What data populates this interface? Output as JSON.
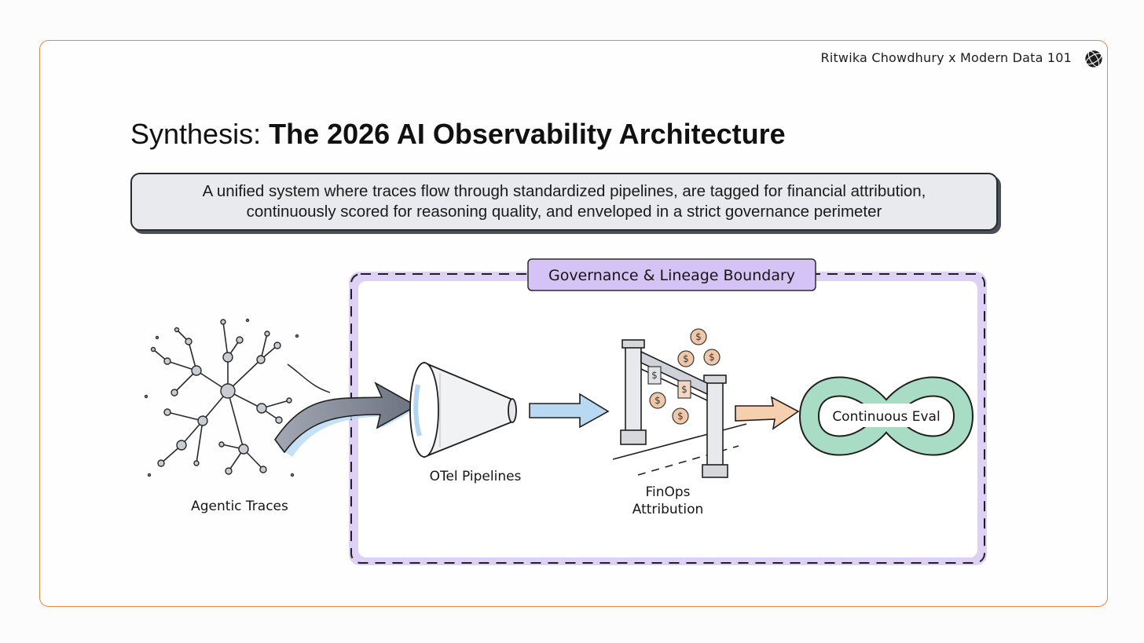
{
  "header": {
    "attribution": "Ritwika Chowdhury x Modern Data 101",
    "logo_icon": "globe-logo-icon"
  },
  "title": {
    "prefix": "Synthesis: ",
    "main": "The 2026 AI Observability Architecture"
  },
  "subtitle": {
    "line1": "A unified system where traces flow through standardized pipelines, are tagged for financial attribution,",
    "line2": "continuously scored for reasoning quality, and enveloped in a strict governance perimeter"
  },
  "diagram": {
    "boundary_label": "Governance & Lineage Boundary",
    "nodes": [
      {
        "label": "Agentic Traces",
        "icon": "network-graph-icon"
      },
      {
        "label": "OTel Pipelines",
        "icon": "funnel-icon"
      },
      {
        "label_line1": "FinOps",
        "label_line2": "Attribution",
        "icon": "toll-gate-icon"
      },
      {
        "label": "Continuous Eval",
        "icon": "infinity-loop-icon"
      }
    ],
    "coin_symbol": "$",
    "colors": {
      "frame": "#e6893f",
      "boundary_fill": "#d9c8f5",
      "boundary_border": "#c8b0ef",
      "arrow_gray": "#6b7280",
      "arrow_blue": "#b9d9f2",
      "arrow_orange": "#f6cfae",
      "loop_green": "#a8dcc4",
      "coin": "#f0c7a8"
    }
  }
}
